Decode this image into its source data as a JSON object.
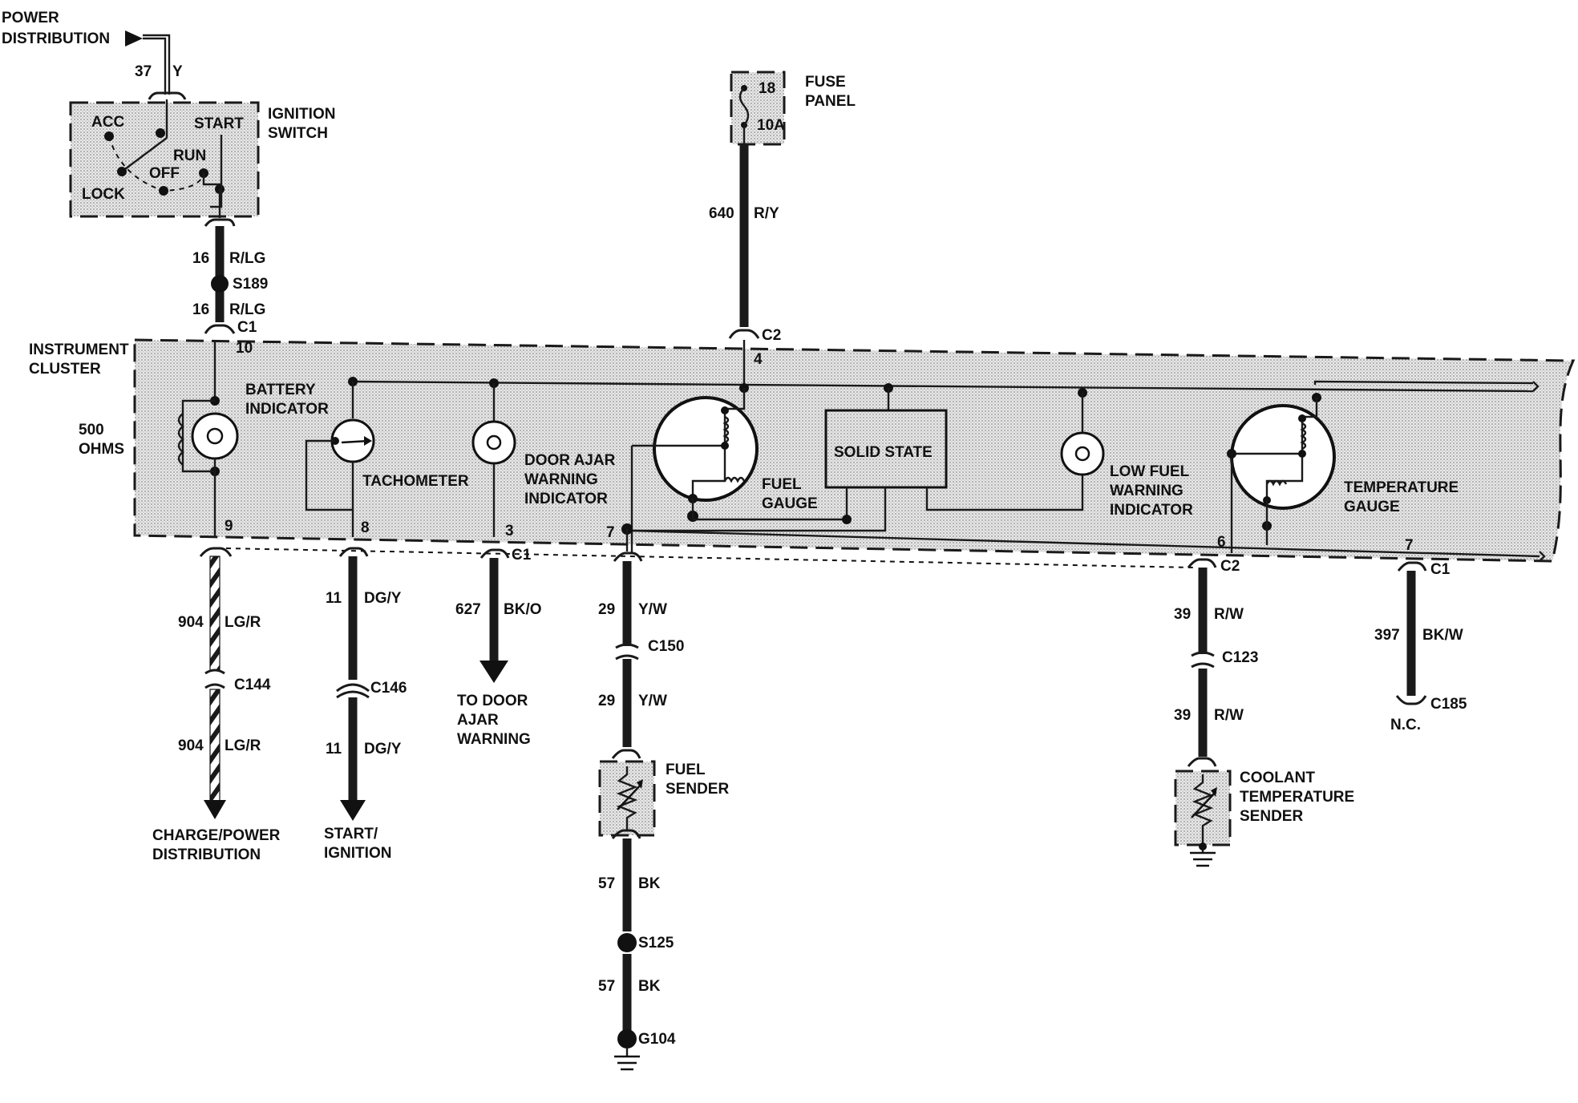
{
  "labels": {
    "power_distribution_1": "POWER",
    "power_distribution_2": "DISTRIBUTION",
    "ignition_switch_1": "IGNITION",
    "ignition_switch_2": "SWITCH",
    "acc": "ACC",
    "start": "START",
    "run": "RUN",
    "off": "OFF",
    "lock": "LOCK",
    "fuse_panel_1": "FUSE",
    "fuse_panel_2": "PANEL",
    "fuse_num": "18",
    "fuse_amp": "10A",
    "instrument_cluster_1": "INSTRUMENT",
    "instrument_cluster_2": "CLUSTER",
    "ohms_1": "500",
    "ohms_2": "OHMS",
    "battery_indicator_1": "BATTERY",
    "battery_indicator_2": "INDICATOR",
    "tachometer": "TACHOMETER",
    "door_ajar_1": "DOOR AJAR",
    "door_ajar_2": "WARNING",
    "door_ajar_3": "INDICATOR",
    "fuel_gauge_1": "FUEL",
    "fuel_gauge_2": "GAUGE",
    "solid_state": "SOLID STATE",
    "low_fuel_1": "LOW FUEL",
    "low_fuel_2": "WARNING",
    "low_fuel_3": "INDICATOR",
    "temp_gauge_1": "TEMPERATURE",
    "temp_gauge_2": "GAUGE",
    "to_door_1": "TO DOOR",
    "to_door_2": "AJAR",
    "to_door_3": "WARNING",
    "charge_1": "CHARGE/POWER",
    "charge_2": "DISTRIBUTION",
    "start_ign_1": "START/",
    "start_ign_2": "IGNITION",
    "fuel_sender_1": "FUEL",
    "fuel_sender_2": "SENDER",
    "coolant_1": "COOLANT",
    "coolant_2": "TEMPERATURE",
    "coolant_3": "SENDER",
    "nc": "N.C."
  },
  "wires": {
    "w37_num": "37",
    "w37_col": "Y",
    "w16a_num": "16",
    "w16a_col": "R/LG",
    "w16b_num": "16",
    "w16b_col": "R/LG",
    "w640_num": "640",
    "w640_col": "R/Y",
    "w904a_num": "904",
    "w904a_col": "LG/R",
    "w904b_num": "904",
    "w904b_col": "LG/R",
    "w11a_num": "11",
    "w11a_col": "DG/Y",
    "w11b_num": "11",
    "w11b_col": "DG/Y",
    "w627_num": "627",
    "w627_col": "BK/O",
    "w29a_num": "29",
    "w29a_col": "Y/W",
    "w29b_num": "29",
    "w29b_col": "Y/W",
    "w57a_num": "57",
    "w57a_col": "BK",
    "w57b_num": "57",
    "w57b_col": "BK",
    "w39a_num": "39",
    "w39a_col": "R/W",
    "w39b_num": "39",
    "w39b_col": "R/W",
    "w397_num": "397",
    "w397_col": "BK/W"
  },
  "connectors": {
    "s189": "S189",
    "c1_top": "C1",
    "c2_top": "C2",
    "c1_bottom": "C1",
    "c2_bottom": "C2",
    "c1_right": "C1",
    "c144": "C144",
    "c146": "C146",
    "c150": "C150",
    "c123": "C123",
    "c185": "C185",
    "s125": "S125",
    "g104": "G104"
  },
  "pins": {
    "p10": "10",
    "p4": "4",
    "p9": "9",
    "p8": "8",
    "p3": "3",
    "p7a": "7",
    "p6": "6",
    "p7b": "7"
  }
}
